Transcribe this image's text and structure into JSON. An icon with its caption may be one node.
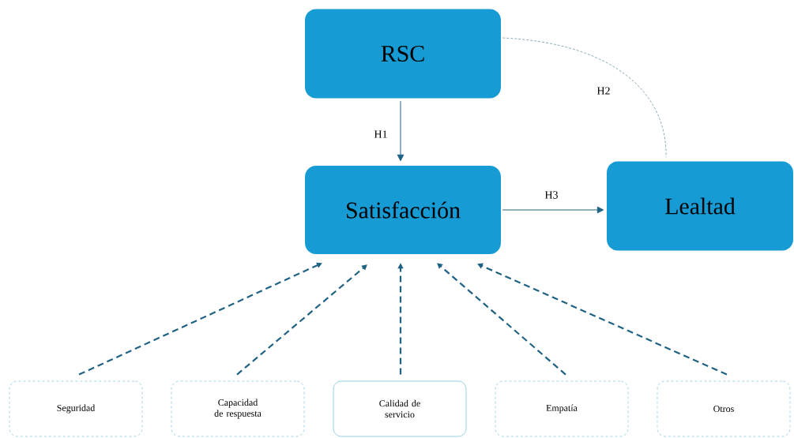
{
  "diagram": {
    "nodes": [
      {
        "text": [
          "RSC"
        ]
      },
      {
        "text": [
          "Satisfacción"
        ]
      },
      {
        "text": [
          "Lealtad"
        ]
      },
      {
        "text": [
          "Seguridad"
        ]
      },
      {
        "text": [
          "Capacidad de respuesta"
        ]
      },
      {
        "text": [
          "Calidad de servicio"
        ]
      },
      {
        "text": [
          "Empatía"
        ]
      },
      {
        "text": [
          "Otros"
        ]
      }
    ],
    "edges": [
      {
        "from": 0,
        "to": 1,
        "arrow": "to",
        "label": "H1"
      },
      {
        "from": 0,
        "to": 2,
        "arrow": "none",
        "label": "H2",
        "style": "dashed",
        "color": "#6f95a6"
      },
      {
        "from": 1,
        "to": 2,
        "arrow": "to",
        "label": "H3"
      },
      {
        "from": 3,
        "to": 1,
        "arrow": "to",
        "style": "dashed"
      },
      {
        "from": 4,
        "to": 1,
        "arrow": "to",
        "style": "dashed"
      },
      {
        "from": 5,
        "to": 1,
        "arrow": "to",
        "style": "dashed"
      },
      {
        "from": 6,
        "to": 1,
        "arrow": "to",
        "style": "dashed"
      },
      {
        "from": 7,
        "to": 1,
        "arrow": "to",
        "style": "dashed"
      }
    ]
  }
}
